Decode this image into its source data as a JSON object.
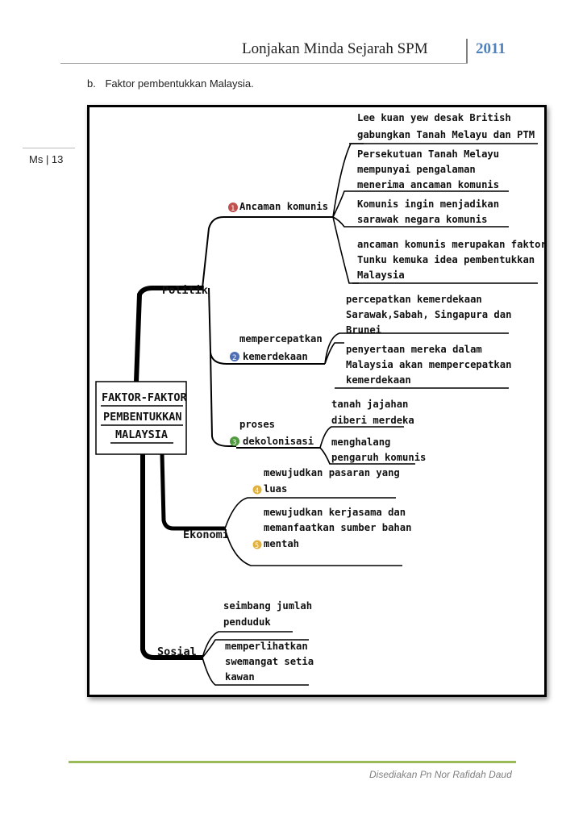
{
  "header": {
    "title": "Lonjakan Minda Sejarah SPM",
    "year": "2011"
  },
  "page_number": "Ms | 13",
  "section": {
    "marker": "b.",
    "heading": "Faktor pembentukkan Malaysia."
  },
  "diagram": {
    "root_line1": "FAKTOR-FAKTOR",
    "root_line2": "PEMBENTUKKAN",
    "root_line3": "MALAYSIA",
    "politik": {
      "label": "Politik",
      "ancaman": {
        "num": "1",
        "label": "Ancaman komunis",
        "leaf1_l1": "Lee kuan yew desak British",
        "leaf1_l2": "gabungkan Tanah Melayu dan PTM",
        "leaf2_l1": "Persekutuan Tanah Melayu",
        "leaf2_l2": "mempunyai pengalaman",
        "leaf2_l3": "menerima ancaman komunis",
        "leaf3_l1": "Komunis ingin menjadikan",
        "leaf3_l2": "sarawak negara komunis",
        "leaf4_l1": "ancaman komunis merupakan faktor",
        "leaf4_l2": "Tunku kemuka idea pembentukkan",
        "leaf4_l3": "Malaysia"
      },
      "kemerdekaan": {
        "num": "2",
        "label_l1": "mempercepatkan",
        "label_l2": "kemerdekaan",
        "leaf1_l1": "percepatkan kemerdekaan",
        "leaf1_l2": "Sarawak,Sabah, Singapura dan",
        "leaf1_l3": "Brunei",
        "leaf2_l1": "penyertaan mereka dalam",
        "leaf2_l2": "Malaysia akan mempercepatkan",
        "leaf2_l3": "kemerdekaan"
      },
      "dekolonisasi": {
        "num": "3",
        "label_l1": "proses",
        "label_l2": "dekolonisasi",
        "leaf1_l1": "tanah jajahan",
        "leaf1_l2": "diberi merdeka",
        "leaf2_l1": "menghalang",
        "leaf2_l2": "pengaruh komunis"
      }
    },
    "ekonomi": {
      "label": "Ekonomi",
      "num4": "4",
      "num5": "5",
      "leaf1_l1": "mewujudkan pasaran yang",
      "leaf1_l2": "luas",
      "leaf2_l1": "mewujudkan kerjasama dan",
      "leaf2_l2": "memanfaatkan sumber bahan",
      "leaf2_l3": "mentah"
    },
    "sosial": {
      "label": "Sosial",
      "leaf1_l1": "seimbang jumlah",
      "leaf1_l2": "penduduk",
      "leaf2_l1": "memperlihatkan",
      "leaf2_l2": "swemangat setia",
      "leaf2_l3": "kawan"
    },
    "badge_colors": {
      "c1": "#c0504d",
      "c2": "#4f6fb5",
      "c3": "#4f9a3c",
      "c4": "#e0b040",
      "c5": "#e0b040"
    }
  },
  "footer": {
    "credit": "Disediakan Pn Nor Rafidah Daud"
  }
}
